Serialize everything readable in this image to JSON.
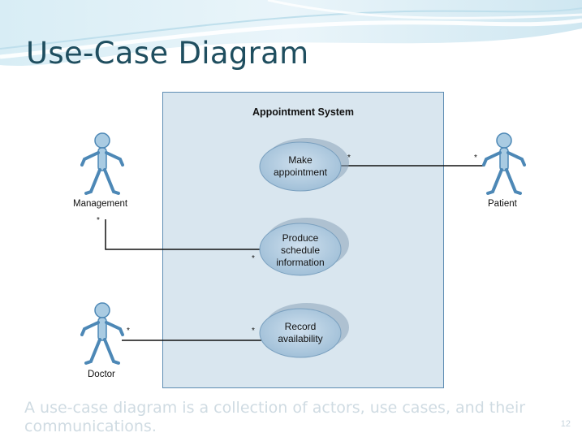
{
  "slide": {
    "title": "Use-Case Diagram",
    "caption": "A use-case diagram is a collection of actors, use cases, and their communications.",
    "page_number": "12"
  },
  "diagram": {
    "system_name": "Appointment System",
    "actors": {
      "management": "Management",
      "patient": "Patient",
      "doctor": "Doctor"
    },
    "use_cases": {
      "make_appointment": [
        "Make",
        "appointment"
      ],
      "produce_schedule": [
        "Produce",
        "schedule",
        "information"
      ],
      "record_availability": [
        "Record",
        "availability"
      ]
    },
    "multiplicity": "*"
  },
  "colors": {
    "actor_fill": "#a9cbe2",
    "actor_stroke": "#4d88b6",
    "system_fill": "#d9e6ef",
    "title_text": "#1f4e5f"
  }
}
